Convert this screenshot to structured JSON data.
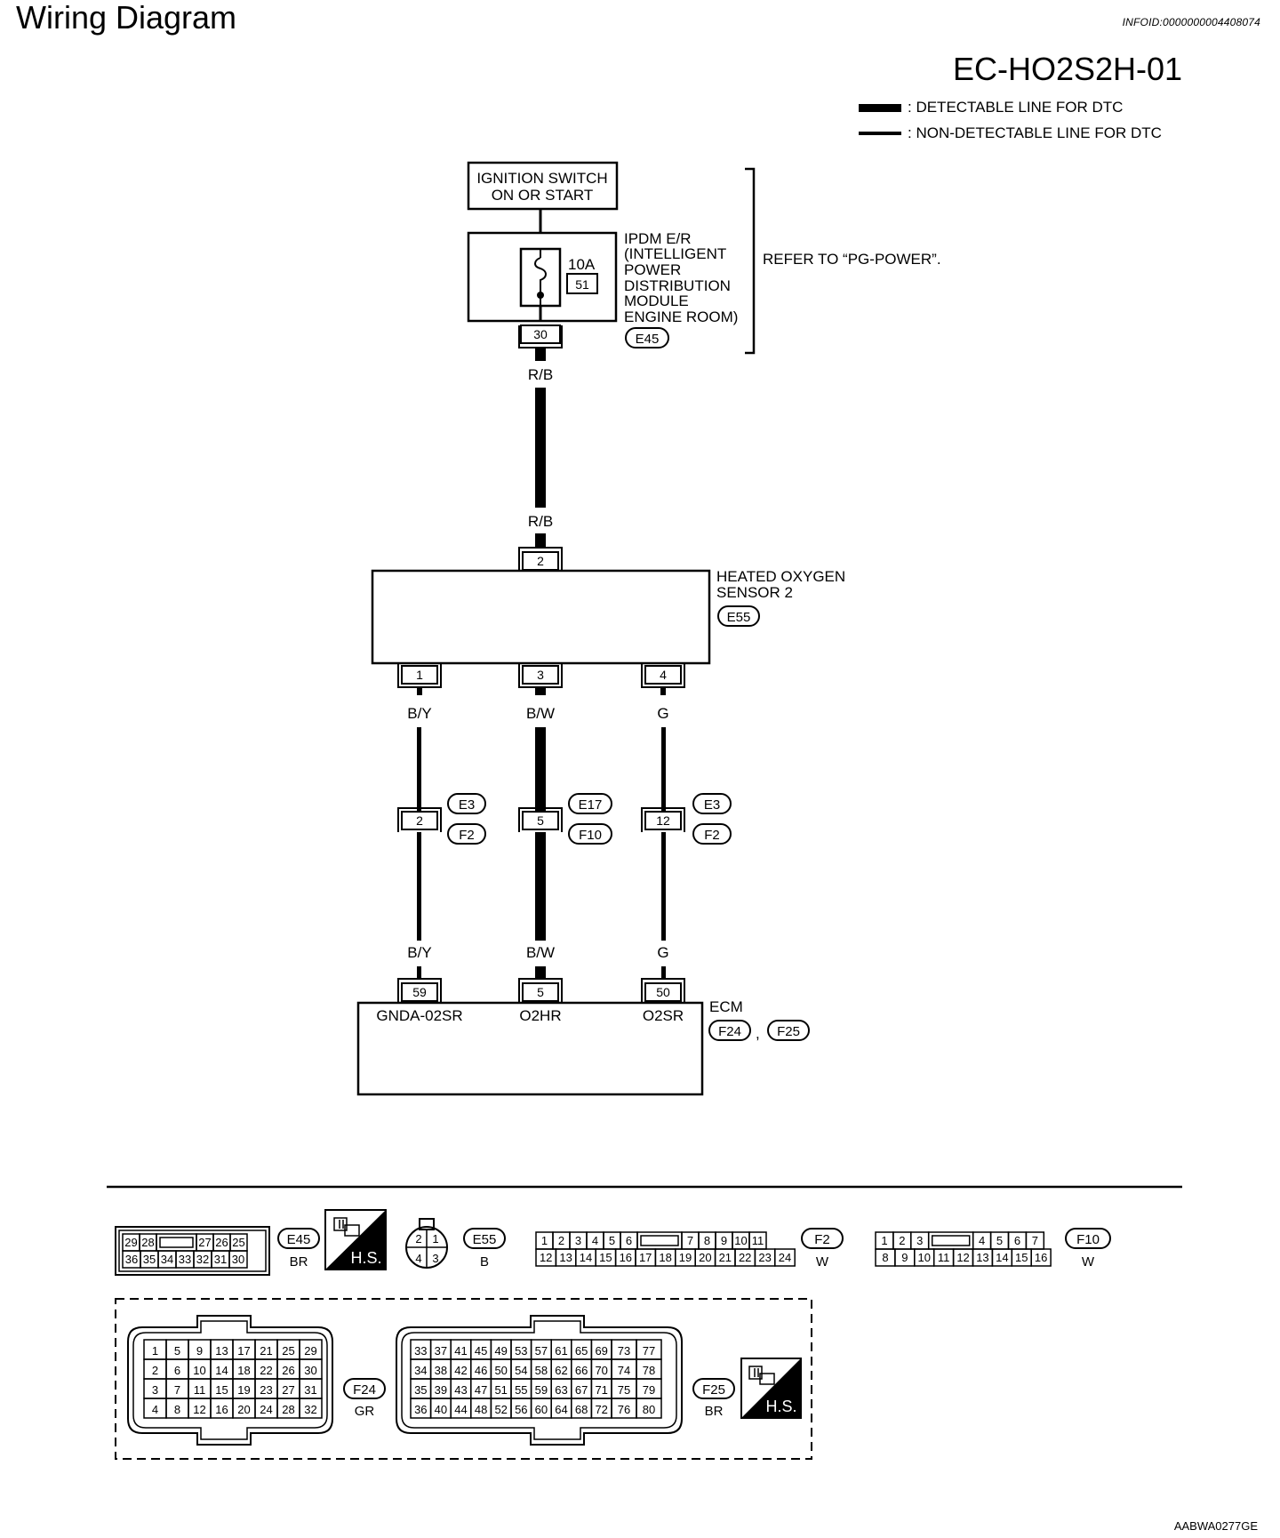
{
  "header": {
    "title": "Wiring Diagram",
    "infoid": "INFOID:0000000004408074",
    "diagram_code": "EC-HO2S2H-01"
  },
  "legend": {
    "detectable": ": DETECTABLE LINE FOR DTC",
    "non_detectable": ": NON-DETECTABLE LINE FOR DTC"
  },
  "ignition": {
    "line1": "IGNITION SWITCH",
    "line2": "ON OR START"
  },
  "ipdm": {
    "lines": [
      "IPDM E/R",
      "(INTELLIGENT",
      "POWER",
      "DISTRIBUTION",
      "MODULE",
      "ENGINE ROOM)"
    ],
    "fuse_amp": "10A",
    "fuse_no": "51",
    "pin": "30",
    "connector": "E45",
    "refer": "REFER TO “PG-POWER”."
  },
  "wires": {
    "rb": "R/B",
    "by": "B/Y",
    "bw": "B/W",
    "g": "G"
  },
  "sensor": {
    "line1": "HEATED OXYGEN",
    "line2": "SENSOR 2",
    "connector": "E55",
    "pin_top": "2",
    "pins": [
      "1",
      "3",
      "4"
    ]
  },
  "joints": [
    {
      "pin": "2",
      "c1": "E3",
      "c2": "F2"
    },
    {
      "pin": "5",
      "c1": "E17",
      "c2": "F10"
    },
    {
      "pin": "12",
      "c1": "E3",
      "c2": "F2"
    }
  ],
  "ecm": {
    "label": "ECM",
    "conn1": "F24",
    "sep": ",",
    "conn2": "F25",
    "pins": [
      "59",
      "5",
      "50"
    ],
    "terms": [
      "GNDA-02SR",
      "O2HR",
      "O2SR"
    ]
  },
  "connectors": {
    "e45": {
      "row1": [
        "29",
        "28",
        "",
        "27",
        "26",
        "25"
      ],
      "row2": [
        "36",
        "35",
        "34",
        "33",
        "32",
        "31",
        "30"
      ],
      "name": "E45",
      "color": "BR"
    },
    "hs": "H.S.",
    "e55": {
      "pins": [
        "2",
        "1",
        "4",
        "3"
      ],
      "name": "E55",
      "color": "B"
    },
    "f2": {
      "row1": [
        "1",
        "2",
        "3",
        "4",
        "5",
        "6",
        "",
        "7",
        "8",
        "9",
        "10",
        "11"
      ],
      "row2": [
        "12",
        "13",
        "14",
        "15",
        "16",
        "17",
        "18",
        "19",
        "20",
        "21",
        "22",
        "23",
        "24"
      ],
      "name": "F2",
      "color": "W"
    },
    "f10": {
      "row1": [
        "1",
        "2",
        "3",
        "",
        "4",
        "5",
        "6",
        "7"
      ],
      "row2": [
        "8",
        "9",
        "10",
        "11",
        "12",
        "13",
        "14",
        "15",
        "16"
      ],
      "name": "F10",
      "color": "W"
    },
    "f24": {
      "rows": [
        [
          "1",
          "5",
          "9",
          "13",
          "17",
          "21",
          "25",
          "29"
        ],
        [
          "2",
          "6",
          "10",
          "14",
          "18",
          "22",
          "26",
          "30"
        ],
        [
          "3",
          "7",
          "11",
          "15",
          "19",
          "23",
          "27",
          "31"
        ],
        [
          "4",
          "8",
          "12",
          "16",
          "20",
          "24",
          "28",
          "32"
        ]
      ],
      "name": "F24",
      "color": "GR"
    },
    "f25": {
      "rows": [
        [
          "33",
          "37",
          "41",
          "45",
          "49",
          "53",
          "57",
          "61",
          "65",
          "69",
          "73",
          "77"
        ],
        [
          "34",
          "38",
          "42",
          "46",
          "50",
          "54",
          "58",
          "62",
          "66",
          "70",
          "74",
          "78"
        ],
        [
          "35",
          "39",
          "43",
          "47",
          "51",
          "55",
          "59",
          "63",
          "67",
          "71",
          "75",
          "79"
        ],
        [
          "36",
          "40",
          "44",
          "48",
          "52",
          "56",
          "60",
          "64",
          "68",
          "72",
          "76",
          "80"
        ]
      ],
      "name": "F25",
      "color": "BR"
    }
  },
  "figure_code": "AABWA0277GE"
}
